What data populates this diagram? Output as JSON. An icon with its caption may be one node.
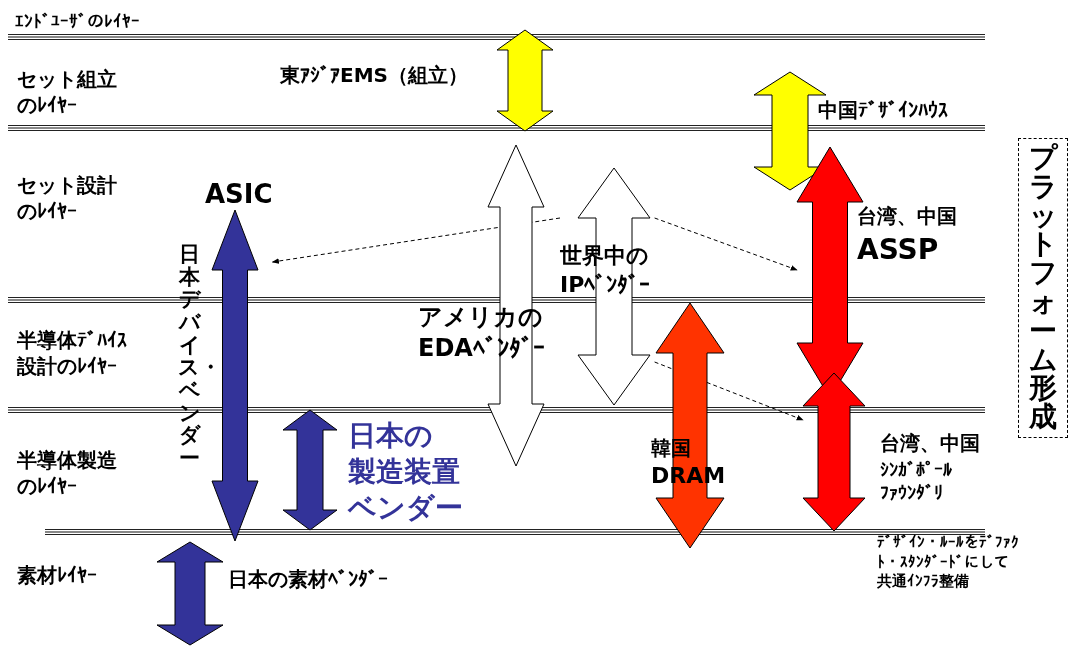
{
  "diagram": {
    "nodes": [
      {
        "text": [
          "東ｱｼﾞｱEMS（組立）"
        ]
      },
      {
        "text": [
          "中国ﾃﾞｻﾞｲﾝﾊｳｽ"
        ]
      },
      {
        "text": [
          "アメリカのEDAﾍﾞﾝﾀﾞｰ"
        ]
      },
      {
        "text": [
          "世界中のIPﾍﾞﾝﾀﾞｰ"
        ]
      },
      {
        "text": [
          "ASIC",
          "日本デバイス・ベンダー"
        ]
      },
      {
        "text": [
          "台湾、中国",
          "ASSP"
        ]
      },
      {
        "text": [
          "韓国",
          "DRAM"
        ]
      },
      {
        "text": [
          "台湾、中国",
          "ｼﾝｶﾞﾎﾟｰﾙﾌｧｳﾝﾀﾞﾘ"
        ]
      },
      {
        "text": [
          "日本の",
          "製造装置ベンダー"
        ]
      },
      {
        "text": [
          "日本の素材ﾍﾞﾝﾀﾞｰ"
        ]
      },
      {
        "text": [
          "プラットフォーム形成"
        ]
      }
    ],
    "edges": [
      {
        "from": 3,
        "to": 4,
        "arrow": "to",
        "style": "dashed"
      },
      {
        "from": 3,
        "to": 5,
        "arrow": "to",
        "style": "dashed"
      },
      {
        "from": 3,
        "to": 7,
        "arrow": "to",
        "style": "dashed"
      }
    ],
    "labels": [
      "ｴﾝﾄﾞﾕｰｻﾞのﾚｲﾔｰ",
      "セット組立のﾚｲﾔｰ",
      "セット設計のﾚｲﾔｰ",
      "半導体ﾃﾞﾊｲｽ設計のﾚｲﾔｰ",
      "半導体製造のﾚｲﾔｰ",
      "素材ﾚｲﾔｰ",
      "ﾃﾞｻﾞｲﾝ・ﾙｰﾙをﾃﾞﾌｧｸﾄ・ｽﾀﾝﾀﾞｰﾄﾞにして共通ｲﾝﾌﾗ整備"
    ]
  }
}
